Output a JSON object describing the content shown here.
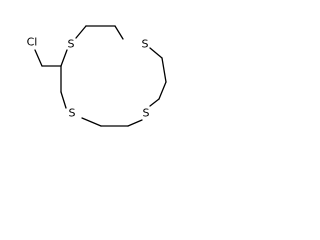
{
  "structure": {
    "atom_labels": {
      "chlorine": "Cl",
      "sulfur_1": "S",
      "sulfur_2": "S",
      "sulfur_3": "S",
      "sulfur_4": "S"
    },
    "colors": {
      "bond": "#000000",
      "label": "#000000",
      "background": "#ffffff"
    }
  }
}
